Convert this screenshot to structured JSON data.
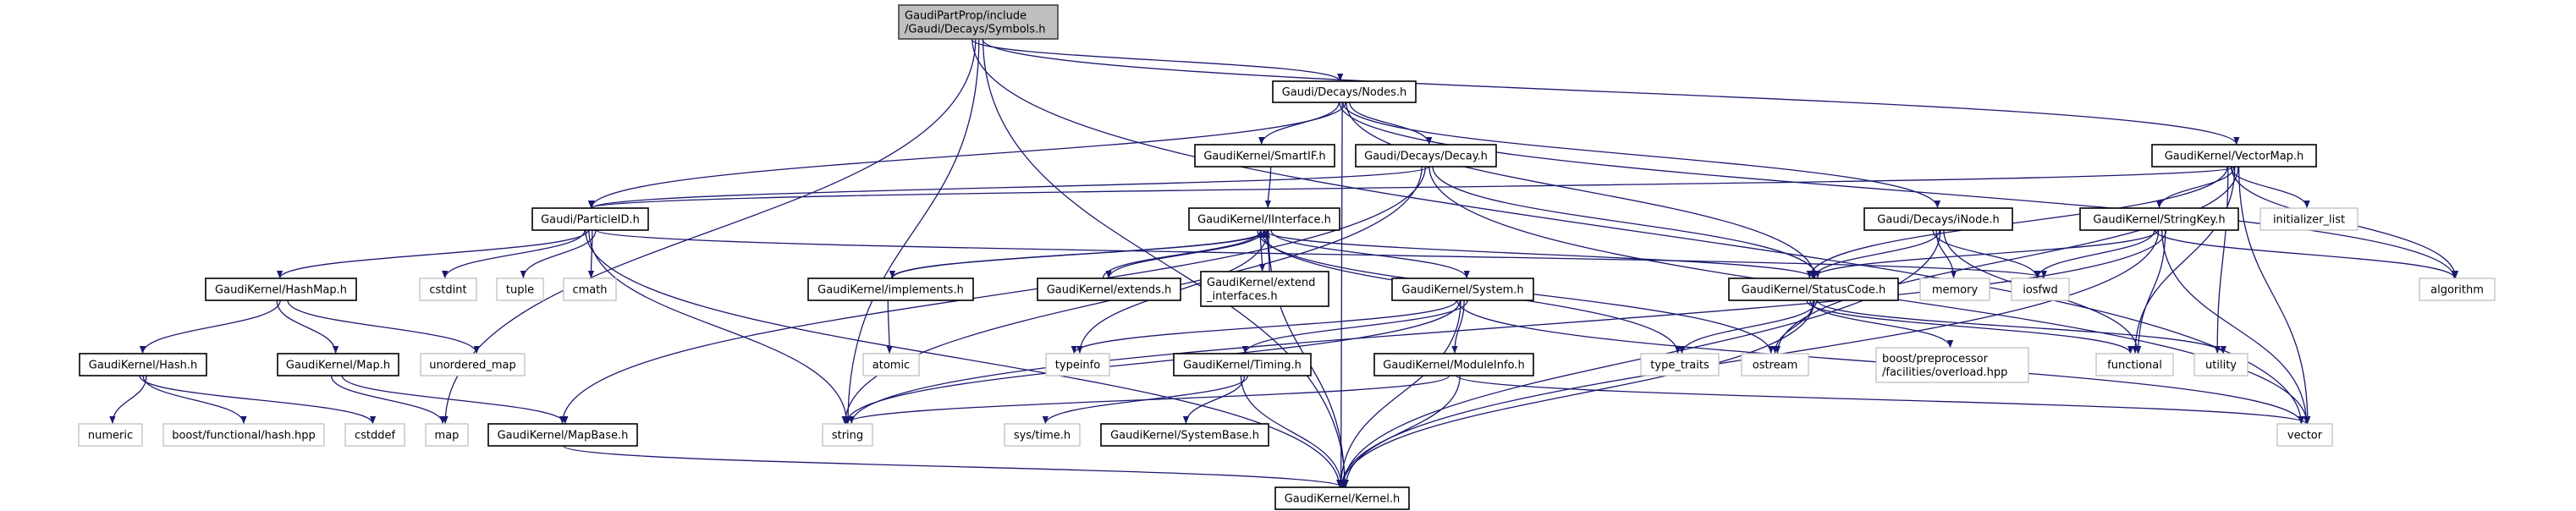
{
  "colors": {
    "edge": "#191970",
    "root_fill": "#bfbfbf",
    "root_border": "#404040",
    "doc_border": "#000000",
    "system_border": "#bfbfbf"
  },
  "nodes": [
    {
      "id": "symbols",
      "lines": [
        "GaudiPartProp/include",
        "/Gaudi/Decays/Symbols.h"
      ],
      "kind": "root"
    },
    {
      "id": "nodes",
      "lines": [
        "Gaudi/Decays/Nodes.h"
      ],
      "kind": "doc"
    },
    {
      "id": "smartif",
      "lines": [
        "GaudiKernel/SmartIF.h"
      ],
      "kind": "doc"
    },
    {
      "id": "decay",
      "lines": [
        "Gaudi/Decays/Decay.h"
      ],
      "kind": "doc"
    },
    {
      "id": "vectormap",
      "lines": [
        "GaudiKernel/VectorMap.h"
      ],
      "kind": "doc"
    },
    {
      "id": "particleid",
      "lines": [
        "Gaudi/ParticleID.h"
      ],
      "kind": "doc"
    },
    {
      "id": "iinterface",
      "lines": [
        "GaudiKernel/IInterface.h"
      ],
      "kind": "doc"
    },
    {
      "id": "inode",
      "lines": [
        "Gaudi/Decays/iNode.h"
      ],
      "kind": "doc"
    },
    {
      "id": "stringkey",
      "lines": [
        "GaudiKernel/StringKey.h"
      ],
      "kind": "doc"
    },
    {
      "id": "initializer_list",
      "lines": [
        "initializer_list"
      ],
      "kind": "system"
    },
    {
      "id": "hashmap",
      "lines": [
        "GaudiKernel/HashMap.h"
      ],
      "kind": "doc"
    },
    {
      "id": "cstdint",
      "lines": [
        "cstdint"
      ],
      "kind": "system"
    },
    {
      "id": "tuple",
      "lines": [
        "tuple"
      ],
      "kind": "system"
    },
    {
      "id": "cmath",
      "lines": [
        "cmath"
      ],
      "kind": "system"
    },
    {
      "id": "implements",
      "lines": [
        "GaudiKernel/implements.h"
      ],
      "kind": "doc"
    },
    {
      "id": "extends",
      "lines": [
        "GaudiKernel/extends.h"
      ],
      "kind": "doc"
    },
    {
      "id": "extend_interfaces",
      "lines": [
        "GaudiKernel/extend",
        "_interfaces.h"
      ],
      "kind": "doc"
    },
    {
      "id": "system",
      "lines": [
        "GaudiKernel/System.h"
      ],
      "kind": "doc"
    },
    {
      "id": "statuscode",
      "lines": [
        "GaudiKernel/StatusCode.h"
      ],
      "kind": "doc"
    },
    {
      "id": "memory",
      "lines": [
        "memory"
      ],
      "kind": "system"
    },
    {
      "id": "iosfwd",
      "lines": [
        "iosfwd"
      ],
      "kind": "system"
    },
    {
      "id": "algorithm",
      "lines": [
        "algorithm"
      ],
      "kind": "system"
    },
    {
      "id": "hash",
      "lines": [
        "GaudiKernel/Hash.h"
      ],
      "kind": "doc"
    },
    {
      "id": "map_h",
      "lines": [
        "GaudiKernel/Map.h"
      ],
      "kind": "doc"
    },
    {
      "id": "unordered_map",
      "lines": [
        "unordered_map"
      ],
      "kind": "system"
    },
    {
      "id": "atomic",
      "lines": [
        "atomic"
      ],
      "kind": "system"
    },
    {
      "id": "typeinfo",
      "lines": [
        "typeinfo"
      ],
      "kind": "system"
    },
    {
      "id": "timing",
      "lines": [
        "GaudiKernel/Timing.h"
      ],
      "kind": "doc"
    },
    {
      "id": "moduleinfo",
      "lines": [
        "GaudiKernel/ModuleInfo.h"
      ],
      "kind": "doc"
    },
    {
      "id": "type_traits",
      "lines": [
        "type_traits"
      ],
      "kind": "system"
    },
    {
      "id": "ostream",
      "lines": [
        "ostream"
      ],
      "kind": "system"
    },
    {
      "id": "boost_overload",
      "lines": [
        "boost/preprocessor",
        "/facilities/overload.hpp"
      ],
      "kind": "system"
    },
    {
      "id": "functional",
      "lines": [
        "functional"
      ],
      "kind": "system"
    },
    {
      "id": "utility",
      "lines": [
        "utility"
      ],
      "kind": "system"
    },
    {
      "id": "numeric",
      "lines": [
        "numeric"
      ],
      "kind": "system"
    },
    {
      "id": "boost_hash",
      "lines": [
        "boost/functional/hash.hpp"
      ],
      "kind": "system"
    },
    {
      "id": "cstddef",
      "lines": [
        "cstddef"
      ],
      "kind": "system"
    },
    {
      "id": "map",
      "lines": [
        "map"
      ],
      "kind": "system"
    },
    {
      "id": "mapbase",
      "lines": [
        "GaudiKernel/MapBase.h"
      ],
      "kind": "doc"
    },
    {
      "id": "string",
      "lines": [
        "string"
      ],
      "kind": "system"
    },
    {
      "id": "systime",
      "lines": [
        "sys/time.h"
      ],
      "kind": "system"
    },
    {
      "id": "systembase",
      "lines": [
        "GaudiKernel/SystemBase.h"
      ],
      "kind": "doc"
    },
    {
      "id": "vector",
      "lines": [
        "vector"
      ],
      "kind": "system"
    },
    {
      "id": "kernel",
      "lines": [
        "GaudiKernel/Kernel.h"
      ],
      "kind": "doc"
    }
  ],
  "edges": [
    [
      "symbols",
      "nodes"
    ],
    [
      "symbols",
      "vectormap"
    ],
    [
      "symbols",
      "string"
    ],
    [
      "symbols",
      "map"
    ],
    [
      "symbols",
      "vector"
    ],
    [
      "symbols",
      "kernel"
    ],
    [
      "nodes",
      "particleid"
    ],
    [
      "nodes",
      "kernel"
    ],
    [
      "nodes",
      "smartif"
    ],
    [
      "nodes",
      "decay"
    ],
    [
      "nodes",
      "statuscode"
    ],
    [
      "nodes",
      "inode"
    ],
    [
      "nodes",
      "algorithm"
    ],
    [
      "smartif",
      "iinterface"
    ],
    [
      "decay",
      "particleid"
    ],
    [
      "decay",
      "mapbase"
    ],
    [
      "decay",
      "string"
    ],
    [
      "decay",
      "statuscode"
    ],
    [
      "decay",
      "vector"
    ],
    [
      "vectormap",
      "stringkey"
    ],
    [
      "vectormap",
      "initializer_list"
    ],
    [
      "vectormap",
      "statuscode"
    ],
    [
      "vectormap",
      "ostream"
    ],
    [
      "vectormap",
      "functional"
    ],
    [
      "vectormap",
      "algorithm"
    ],
    [
      "vectormap",
      "utility"
    ],
    [
      "vectormap",
      "vector"
    ],
    [
      "vectormap",
      "particleid"
    ],
    [
      "particleid",
      "hashmap"
    ],
    [
      "particleid",
      "cstdint"
    ],
    [
      "particleid",
      "tuple"
    ],
    [
      "particleid",
      "cmath"
    ],
    [
      "particleid",
      "string"
    ],
    [
      "particleid",
      "kernel"
    ],
    [
      "particleid",
      "iosfwd"
    ],
    [
      "iinterface",
      "implements"
    ],
    [
      "iinterface",
      "extends"
    ],
    [
      "iinterface",
      "extend_interfaces"
    ],
    [
      "iinterface",
      "system"
    ],
    [
      "iinterface",
      "typeinfo"
    ],
    [
      "iinterface",
      "statuscode"
    ],
    [
      "iinterface",
      "type_traits"
    ],
    [
      "iinterface",
      "ostream"
    ],
    [
      "iinterface",
      "kernel"
    ],
    [
      "implements",
      "iinterface"
    ],
    [
      "implements",
      "atomic"
    ],
    [
      "extends",
      "iinterface"
    ],
    [
      "extend_interfaces",
      "iinterface"
    ],
    [
      "inode",
      "statuscode"
    ],
    [
      "inode",
      "memory"
    ],
    [
      "inode",
      "iosfwd"
    ],
    [
      "inode",
      "functional"
    ],
    [
      "inode",
      "kernel"
    ],
    [
      "stringkey",
      "statuscode"
    ],
    [
      "stringkey",
      "iosfwd"
    ],
    [
      "stringkey",
      "functional"
    ],
    [
      "stringkey",
      "vector"
    ],
    [
      "stringkey",
      "kernel"
    ],
    [
      "stringkey",
      "algorithm"
    ],
    [
      "stringkey",
      "string"
    ],
    [
      "statuscode",
      "type_traits"
    ],
    [
      "statuscode",
      "ostream"
    ],
    [
      "statuscode",
      "boost_overload"
    ],
    [
      "statuscode",
      "functional"
    ],
    [
      "statuscode",
      "utility"
    ],
    [
      "statuscode",
      "kernel"
    ],
    [
      "system",
      "string"
    ],
    [
      "system",
      "typeinfo"
    ],
    [
      "system",
      "timing"
    ],
    [
      "system",
      "moduleinfo"
    ],
    [
      "system",
      "kernel"
    ],
    [
      "system",
      "vector"
    ],
    [
      "timing",
      "systime"
    ],
    [
      "timing",
      "systembase"
    ],
    [
      "timing",
      "kernel"
    ],
    [
      "moduleinfo",
      "string"
    ],
    [
      "moduleinfo",
      "kernel"
    ],
    [
      "moduleinfo",
      "vector"
    ],
    [
      "hashmap",
      "hash"
    ],
    [
      "hashmap",
      "map_h"
    ],
    [
      "hashmap",
      "unordered_map"
    ],
    [
      "hash",
      "numeric"
    ],
    [
      "hash",
      "boost_hash"
    ],
    [
      "hash",
      "cstddef"
    ],
    [
      "map_h",
      "map"
    ],
    [
      "map_h",
      "mapbase"
    ],
    [
      "mapbase",
      "kernel"
    ]
  ]
}
